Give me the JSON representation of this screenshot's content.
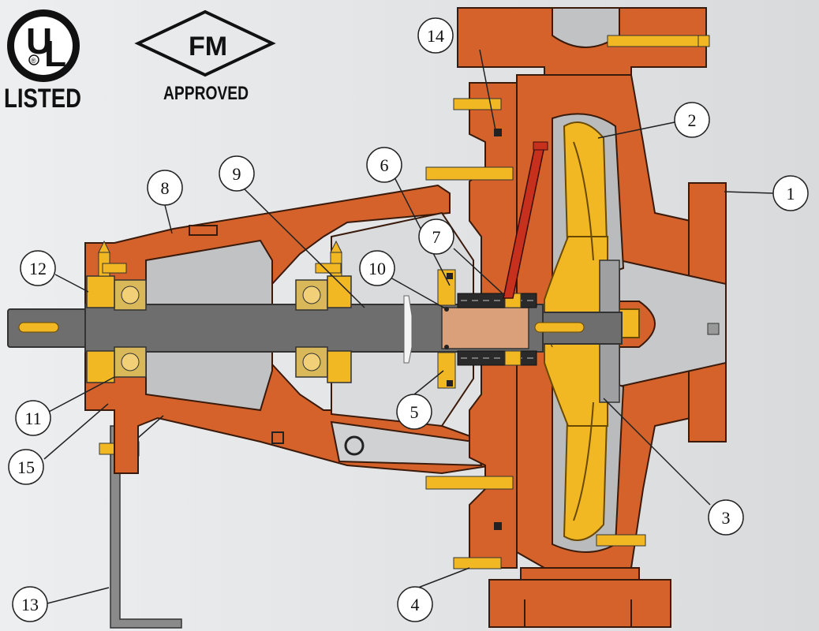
{
  "logos": {
    "ul": {
      "letter_u": "U",
      "letter_l": "L",
      "registered": "®",
      "caption": "LISTED"
    },
    "fm": {
      "mark": "FM",
      "caption": "APPROVED"
    }
  },
  "callouts": [
    "1",
    "2",
    "3",
    "4",
    "5",
    "6",
    "7",
    "8",
    "9",
    "10",
    "11",
    "12",
    "13",
    "14",
    "15"
  ],
  "colors": {
    "background": "#e2e4e6",
    "casting": "#d4622a",
    "casting_outline": "#3a1a0a",
    "brass": "#f2b824",
    "bearing": "#d8b858",
    "shaft": "#6e6e6e",
    "inner_cavity": "#b9bbbd",
    "seal_spring": "#c8301e"
  }
}
